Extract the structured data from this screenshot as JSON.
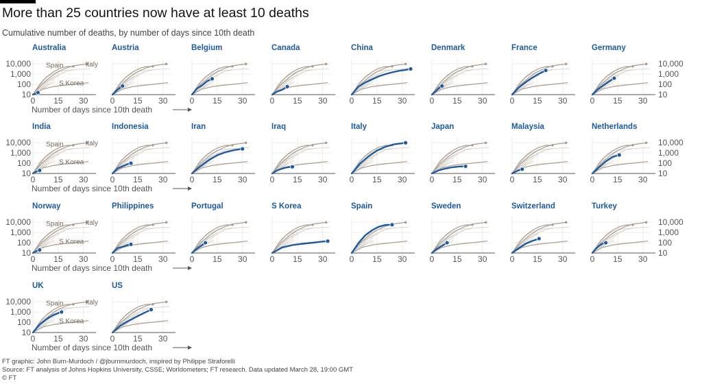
{
  "title": "More than 25 countries now have at least 10 deaths",
  "subtitle": "Cumulative number of deaths, by number of days since 10th death",
  "axis_caption": "Number of days since 10th death",
  "footer": {
    "credit": "FT graphic: John Burn-Murdoch / @jburnmurdoch, inspired by Philippe Straforelli",
    "source": "Source: FT analysis of Johns Hopkins University, CSSE; Worldometers; FT research. Data updated March 28, 19:00 GMT",
    "copyright": "© FT"
  },
  "colors": {
    "highlight": "#1e5aa0",
    "reference": "#a89b8f",
    "background_lines": "#dcd6d0",
    "grid": "#ece7e2",
    "country_label": "#1e5aa0"
  },
  "chart_data": {
    "type": "line",
    "layout": "small-multiples",
    "x_axis": {
      "ticks": [
        0,
        15,
        30
      ],
      "range": [
        0,
        35
      ]
    },
    "y_axis": {
      "scale": "log",
      "ticks": [
        10,
        100,
        1000,
        10000
      ],
      "tick_labels": [
        "10",
        "100",
        "1,000",
        "10,000"
      ],
      "range": [
        10,
        30000
      ]
    },
    "reference_series": [
      {
        "name": "Italy",
        "x": [
          0,
          5,
          10,
          15,
          20,
          25,
          32
        ],
        "y": [
          10,
          90,
          480,
          1700,
          4000,
          6800,
          9800
        ]
      },
      {
        "name": "Spain",
        "x": [
          0,
          4,
          8,
          12,
          16,
          20,
          24
        ],
        "y": [
          10,
          90,
          520,
          1600,
          3600,
          5400,
          5700
        ]
      },
      {
        "name": "S Korea",
        "x": [
          0,
          6,
          12,
          18,
          24,
          30,
          33
        ],
        "y": [
          10,
          35,
          60,
          80,
          100,
          130,
          144
        ]
      }
    ],
    "background_series": [
      {
        "x": [
          0,
          5,
          10,
          15,
          20,
          24
        ],
        "y": [
          10,
          60,
          300,
          900,
          1900,
          2500
        ]
      },
      {
        "x": [
          0,
          5,
          10,
          15,
          19
        ],
        "y": [
          10,
          80,
          350,
          900,
          1500
        ]
      },
      {
        "x": [
          0,
          5,
          10,
          16
        ],
        "y": [
          10,
          50,
          250,
          800
        ]
      },
      {
        "x": [
          0,
          5,
          10,
          15,
          20,
          30,
          34
        ],
        "y": [
          10,
          200,
          800,
          1700,
          2400,
          3100,
          3300
        ]
      },
      {
        "x": [
          0,
          5,
          10,
          13
        ],
        "y": [
          10,
          40,
          150,
          350
        ]
      },
      {
        "x": [
          0,
          5,
          10
        ],
        "y": [
          10,
          40,
          100
        ]
      },
      {
        "x": [
          0,
          5,
          10,
          13
        ],
        "y": [
          10,
          30,
          100,
          180
        ]
      },
      {
        "x": [
          0,
          4,
          8
        ],
        "y": [
          10,
          30,
          60
        ]
      }
    ],
    "countries": [
      {
        "name": "Australia",
        "x": [
          0,
          3
        ],
        "y": [
          10,
          16
        ]
      },
      {
        "name": "Austria",
        "x": [
          0,
          3,
          6
        ],
        "y": [
          10,
          30,
          70
        ]
      },
      {
        "name": "Belgium",
        "x": [
          0,
          3,
          6,
          9,
          12
        ],
        "y": [
          10,
          40,
          80,
          200,
          350
        ]
      },
      {
        "name": "Canada",
        "x": [
          0,
          3,
          6,
          9
        ],
        "y": [
          10,
          20,
          30,
          60
        ]
      },
      {
        "name": "China",
        "x": [
          0,
          4,
          8,
          12,
          16,
          20,
          24,
          28,
          32,
          35
        ],
        "y": [
          10,
          60,
          150,
          300,
          600,
          1000,
          1500,
          2100,
          2600,
          3200
        ]
      },
      {
        "name": "Denmark",
        "x": [
          0,
          2,
          4,
          6
        ],
        "y": [
          10,
          20,
          40,
          70
        ]
      },
      {
        "name": "France",
        "x": [
          0,
          4,
          8,
          12,
          16,
          20
        ],
        "y": [
          10,
          50,
          160,
          450,
          1100,
          2300
        ]
      },
      {
        "name": "Germany",
        "x": [
          0,
          3,
          6,
          9,
          13
        ],
        "y": [
          10,
          30,
          70,
          150,
          400
        ]
      },
      {
        "name": "India",
        "x": [
          0,
          2,
          4
        ],
        "y": [
          10,
          15,
          20
        ]
      },
      {
        "name": "Indonesia",
        "x": [
          0,
          3,
          6,
          9,
          11
        ],
        "y": [
          10,
          30,
          50,
          80,
          100
        ]
      },
      {
        "name": "Iran",
        "x": [
          0,
          5,
          10,
          15,
          20,
          25,
          30
        ],
        "y": [
          10,
          50,
          200,
          600,
          1200,
          1900,
          2500
        ]
      },
      {
        "name": "Iraq",
        "x": [
          0,
          3,
          6,
          9,
          12
        ],
        "y": [
          10,
          20,
          30,
          40,
          45
        ]
      },
      {
        "name": "Italy",
        "x": [
          0,
          5,
          10,
          15,
          20,
          25,
          32
        ],
        "y": [
          10,
          90,
          480,
          1700,
          4000,
          6800,
          9800
        ]
      },
      {
        "name": "Japan",
        "x": [
          0,
          4,
          8,
          12,
          16,
          20
        ],
        "y": [
          10,
          20,
          30,
          40,
          47,
          50
        ]
      },
      {
        "name": "Malaysia",
        "x": [
          0,
          3,
          6
        ],
        "y": [
          10,
          18,
          26
        ]
      },
      {
        "name": "Netherlands",
        "x": [
          0,
          4,
          8,
          12,
          16
        ],
        "y": [
          10,
          40,
          150,
          400,
          640
        ]
      },
      {
        "name": "Norway",
        "x": [
          0,
          2,
          4
        ],
        "y": [
          10,
          15,
          20
        ]
      },
      {
        "name": "Philippines",
        "x": [
          0,
          3,
          6,
          9,
          11
        ],
        "y": [
          10,
          30,
          40,
          60,
          70
        ]
      },
      {
        "name": "Portugal",
        "x": [
          0,
          2,
          4,
          6,
          8
        ],
        "y": [
          10,
          20,
          35,
          60,
          100
        ]
      },
      {
        "name": "S Korea",
        "x": [
          0,
          6,
          12,
          18,
          24,
          30,
          33
        ],
        "y": [
          10,
          35,
          60,
          80,
          100,
          130,
          144
        ]
      },
      {
        "name": "Spain",
        "x": [
          0,
          4,
          8,
          12,
          16,
          20,
          24
        ],
        "y": [
          10,
          90,
          520,
          1600,
          3600,
          5400,
          5700
        ]
      },
      {
        "name": "Sweden",
        "x": [
          0,
          3,
          6,
          9
        ],
        "y": [
          10,
          25,
          50,
          100
        ]
      },
      {
        "name": "Switzerland",
        "x": [
          0,
          4,
          8,
          12,
          16
        ],
        "y": [
          10,
          30,
          80,
          150,
          250
        ]
      },
      {
        "name": "Turkey",
        "x": [
          0,
          2,
          4,
          6,
          8
        ],
        "y": [
          10,
          25,
          50,
          80,
          100
        ]
      },
      {
        "name": "UK",
        "x": [
          0,
          4,
          8,
          12,
          16,
          17
        ],
        "y": [
          10,
          60,
          200,
          500,
          900,
          1000
        ]
      },
      {
        "name": "US",
        "x": [
          0,
          5,
          10,
          15,
          20,
          23
        ],
        "y": [
          10,
          50,
          150,
          400,
          1000,
          1700
        ]
      }
    ]
  }
}
